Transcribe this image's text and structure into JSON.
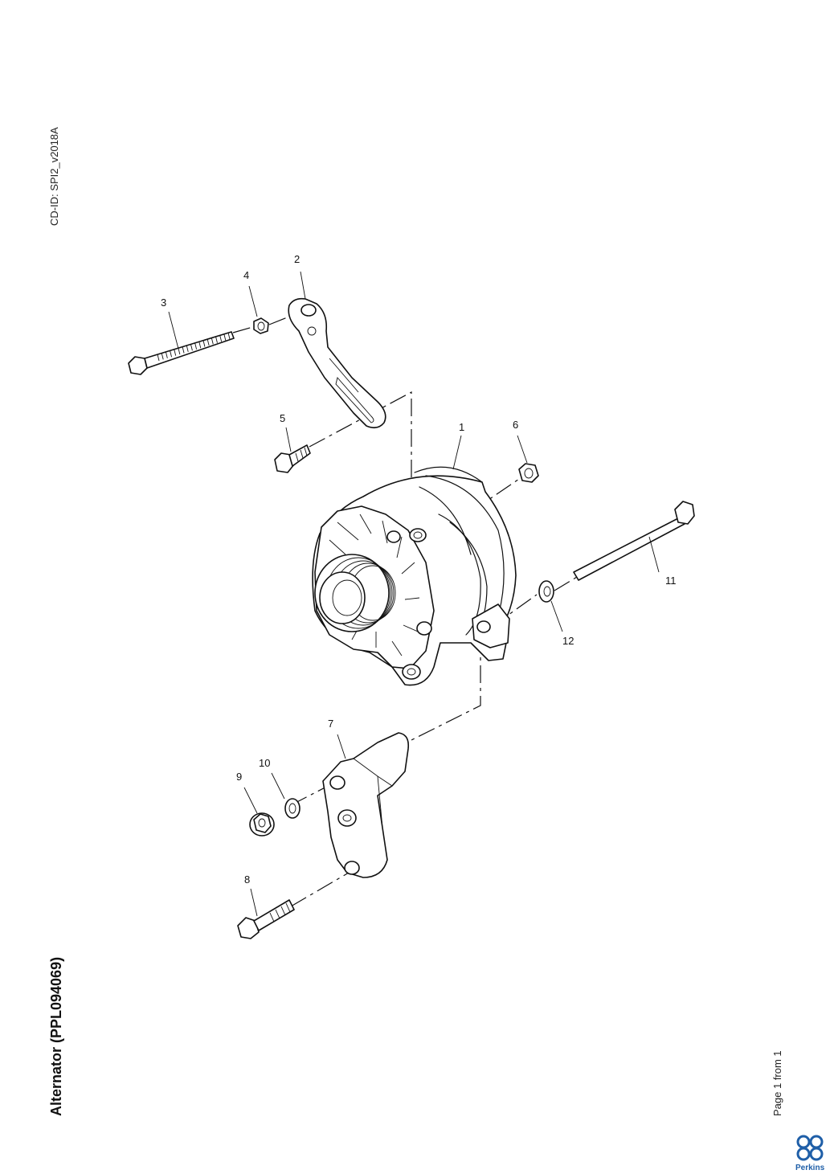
{
  "document": {
    "cd_id": "CD-ID: SPI2_v2018A",
    "title": "Alternator (PPL094069)",
    "page": "Page 1 from 1",
    "brand": "Perkins"
  },
  "callouts": [
    "1",
    "2",
    "3",
    "4",
    "5",
    "6",
    "7",
    "8",
    "9",
    "10",
    "11",
    "12"
  ],
  "colors": {
    "line": "#111111",
    "brand": "#1f5fa8"
  }
}
